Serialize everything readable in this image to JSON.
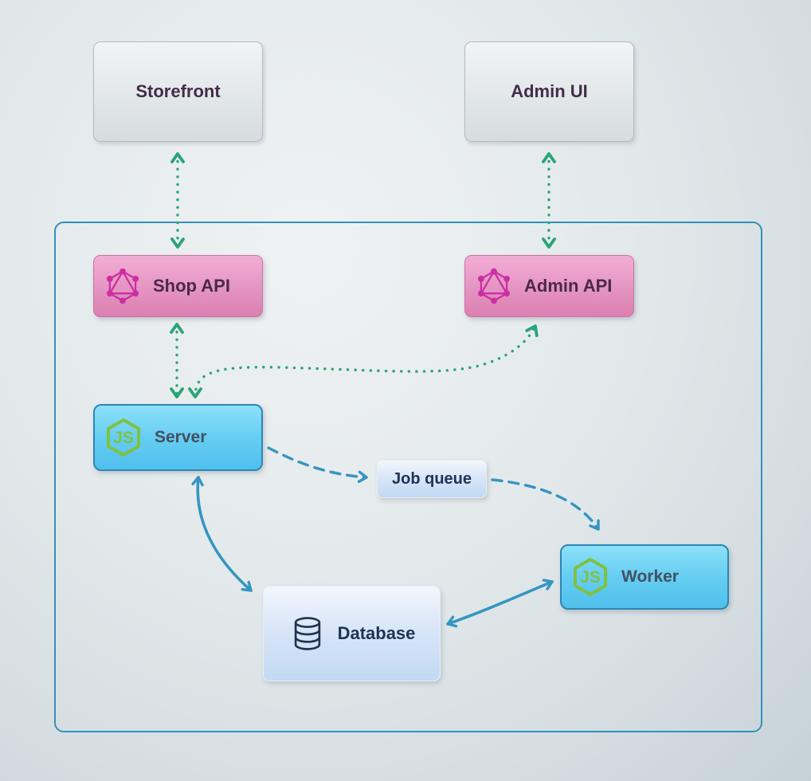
{
  "diagram": {
    "nodes": {
      "storefront": {
        "label": "Storefront"
      },
      "admin_ui": {
        "label": "Admin UI"
      },
      "shop_api": {
        "label": "Shop API",
        "icon": "graphql-icon"
      },
      "admin_api": {
        "label": "Admin API",
        "icon": "graphql-icon"
      },
      "server": {
        "label": "Server",
        "icon": "nodejs-icon"
      },
      "job_queue": {
        "label": "Job queue"
      },
      "worker": {
        "label": "Worker",
        "icon": "nodejs-icon"
      },
      "database": {
        "label": "Database",
        "icon": "database-icon"
      }
    },
    "edges": [
      {
        "from": "storefront",
        "to": "shop_api",
        "style": "dotted",
        "color": "#29a477",
        "bidirectional": true
      },
      {
        "from": "admin_ui",
        "to": "admin_api",
        "style": "dotted",
        "color": "#29a477",
        "bidirectional": true
      },
      {
        "from": "shop_api",
        "to": "server",
        "style": "dotted",
        "color": "#29a477",
        "bidirectional": true
      },
      {
        "from": "server",
        "to": "admin_api",
        "style": "dotted",
        "color": "#29a477",
        "bidirectional": true
      },
      {
        "from": "server",
        "to": "job_queue",
        "style": "dashed",
        "color": "#3595c1",
        "bidirectional": false
      },
      {
        "from": "job_queue",
        "to": "worker",
        "style": "dashed",
        "color": "#3595c1",
        "bidirectional": false
      },
      {
        "from": "server",
        "to": "database",
        "style": "solid",
        "color": "#3595c1",
        "bidirectional": true
      },
      {
        "from": "database",
        "to": "worker",
        "style": "solid",
        "color": "#3595c1",
        "bidirectional": true
      }
    ],
    "colors": {
      "arrow_green": "#29a477",
      "arrow_blue": "#3595c1",
      "container_border": "#3191bd",
      "graphql_pink": "#cc2fa2",
      "nodejs_green": "#7fc242",
      "database_icon": "#22314d"
    }
  }
}
